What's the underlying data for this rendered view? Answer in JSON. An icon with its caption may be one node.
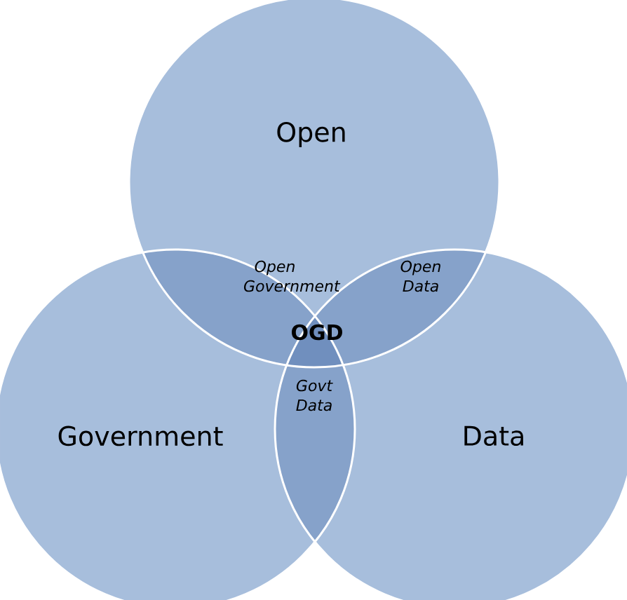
{
  "diagram": {
    "nodes": [
      {
        "text": [
          "Open"
        ]
      },
      {
        "text": [
          "Government"
        ]
      },
      {
        "text": [
          "Data"
        ]
      }
    ],
    "labels": [
      "Open Government",
      "Open Data",
      "OGD",
      "Govt Data"
    ]
  }
}
